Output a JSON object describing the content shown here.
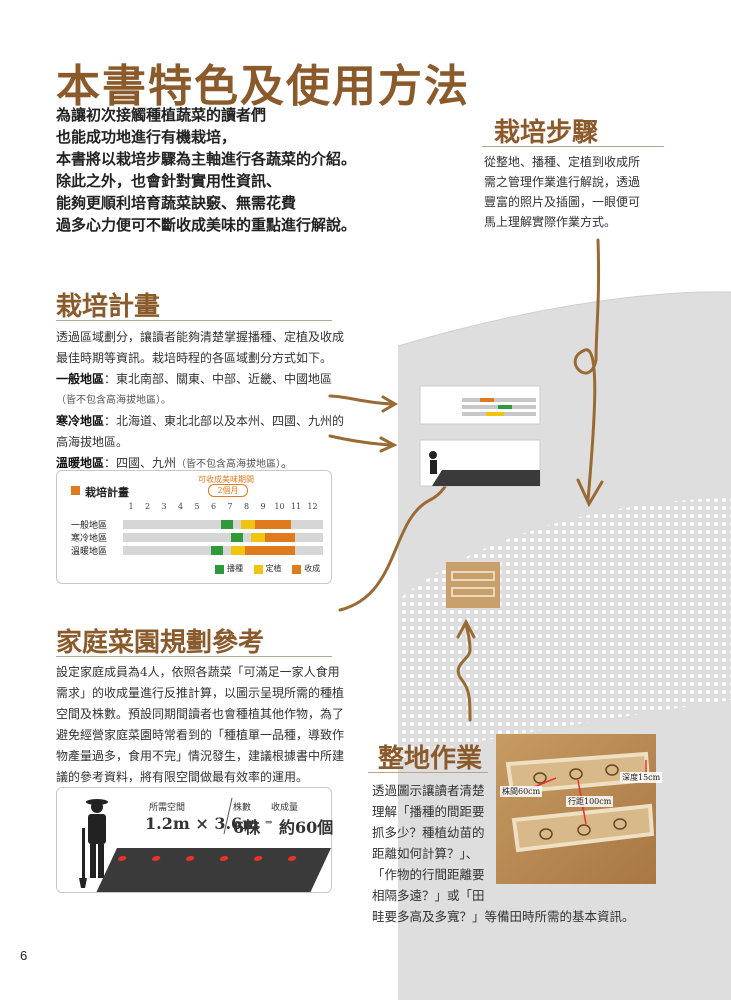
{
  "title": "本書特色及使用方法",
  "intro_lines": [
    "為讓初次接觸種植蔬菜的讀者們",
    "也能成功地進行有機栽培，",
    "本書將以栽培步驟為主軸進行各蔬菜的介紹。",
    "除此之外，也會針對實用性資訊、",
    "能夠更順利培育蔬菜訣竅、無需花費",
    "過多心力便可不斷收成美味的重點進行解說。"
  ],
  "steps": {
    "title": "栽培步驟",
    "lines": [
      "從整地、播種、定植到收成所",
      "需之管理作業進行解說，透過",
      "豐富的照片及插圖，一眼便可",
      "馬上理解實際作業方式。"
    ]
  },
  "plan": {
    "title": "栽培計畫",
    "line1": "透過區域劃分，讓讀者能夠清楚掌握播種、定植及收成",
    "line2": "最佳時期等資訊。栽培時程的各區域劃分方式如下。",
    "general_label": "一般地區",
    "general_text": "：東北南部、關東、中部、近畿、中國地區",
    "general_note": "（皆不包含高海拔地區）。",
    "cold_label": "寒冷地區",
    "cold_text": "：北海道、東北北部以及本州、四國、九州的",
    "cold_text2": "高海拔地區。",
    "warm_label": "溫暖地區",
    "warm_text": "：四國、九州",
    "warm_note": "（皆不包含高海拔地區）",
    "warm_end": "。",
    "table": {
      "title": "栽培計畫",
      "harvest_period_label": "可收成美味期間",
      "harvest_period_value": "2個月",
      "months": [
        "1",
        "2",
        "3",
        "4",
        "5",
        "6",
        "7",
        "8",
        "9",
        "10",
        "11",
        "12"
      ],
      "rows": [
        "一般地區",
        "寒冷地區",
        "溫暖地區"
      ],
      "legend": [
        "播種",
        "定植",
        "收成"
      ]
    }
  },
  "garden": {
    "title": "家庭菜園規劃參考",
    "lines": [
      "設定家庭成員為4人，依照各蔬菜「可滿足一家人食用",
      "需求」的收成量進行反推計算，以圖示呈現所需的種植",
      "空間及株數。預設同期間讀者也會種植其他作物，為了",
      "避免經營家庭菜園時常看到的「種植單一品種，導致作",
      "物產量過多，食用不完」情況發生，建議根據書中所建",
      "議的參考資料，將有限空間做最有效率的運用。"
    ],
    "box": {
      "space_label": "所需空間",
      "count_label": "株數",
      "yield_label": "收成量",
      "space_value": "1.2m × 3.6m",
      "count_value": "6株",
      "yield_value": "約60個",
      "arrow": "⇒"
    }
  },
  "soil": {
    "title": "整地作業",
    "lines": [
      "透過圖示讓讀者清楚",
      "理解「播種的間距要",
      "抓多少？種植幼苗的",
      "距離如何計算？」、",
      "「作物的行間距離要",
      "相隔多遠？」或「田",
      "畦要多高及多寬？」等備田時所需的基本資訊。"
    ],
    "photo_labels": {
      "depth": "深度15cm",
      "spacing": "株間60cm",
      "row": "行距100cm"
    }
  },
  "page_number": "6",
  "colors": {
    "brown": "#8b5a2b",
    "sow": "#2e9a3a",
    "plant": "#f1c40f",
    "harvest": "#e07a1f",
    "red_dot": "#e8322a",
    "bg_gray": "#dedede"
  }
}
